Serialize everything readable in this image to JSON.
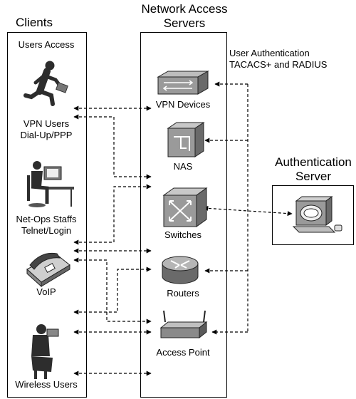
{
  "headers": {
    "clients": "Clients",
    "nas_line1": "Network Access",
    "nas_line2": "Servers",
    "auth_line1": "Authentication",
    "auth_line2": "Server"
  },
  "clients": {
    "title": "Users Access",
    "vpn_line1": "VPN Users",
    "vpn_line2": "Dial-Up/PPP",
    "netops_line1": "Net-Ops Staffs",
    "netops_line2": "Telnet/Login",
    "voip": "VoIP",
    "wireless": "Wireless Users"
  },
  "devices": {
    "vpn": "VPN Devices",
    "nas": "NAS",
    "switches": "Switches",
    "routers": "Routers",
    "ap": "Access Point"
  },
  "auth_note": {
    "line1": "User Authentication",
    "line2": "TACACS+ and RADIUS"
  }
}
